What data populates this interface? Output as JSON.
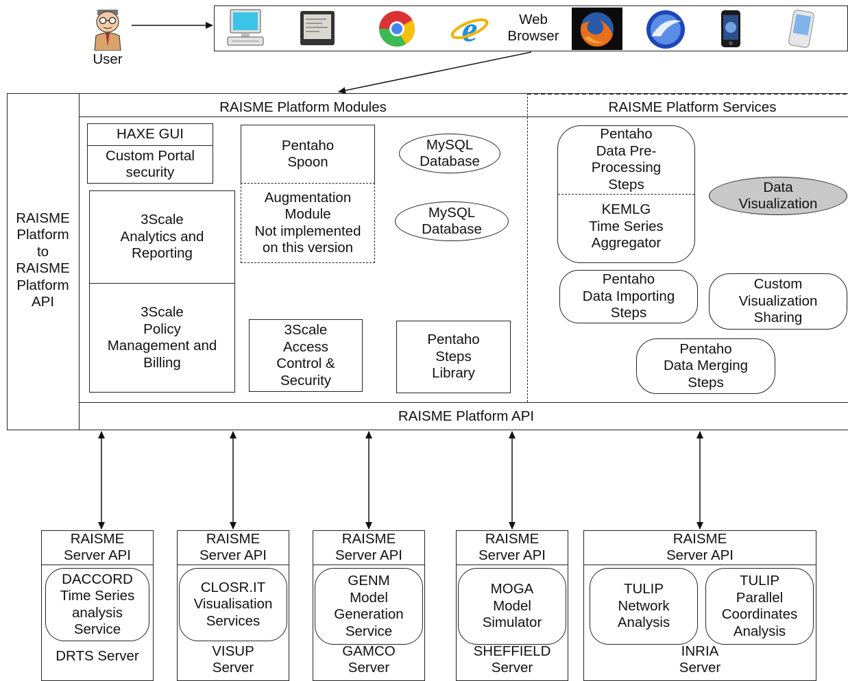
{
  "user": {
    "label": "User"
  },
  "browser": {
    "label": "Web\nBrowser"
  },
  "modules": {
    "title": "RAISME Platform Modules",
    "haxe_gui": "HAXE GUI",
    "custom_portal": "Custom Portal\nsecurity",
    "analytics": "3Scale\nAnalytics and\nReporting",
    "policy": "3Scale\nPolicy\nManagement and\nBilling",
    "pentaho_spoon": "Pentaho\nSpoon",
    "augmentation": "Augmentation\nModule\nNot implemented\non this version",
    "mysql_1": "MySQL\nDatabase",
    "mysql_2": "MySQL\nDatabase",
    "access_control": "3Scale\nAccess\nControl &\nSecurity",
    "steps_library": "Pentaho\nSteps\nLibrary"
  },
  "services": {
    "title": "RAISME Platform Services",
    "preprocessing": "Pentaho\nData Pre-\nProcessing\nSteps",
    "kemlg": "KEMLG\nTime Series\nAggregator",
    "data_viz": "Data\nVisualization",
    "importing": "Pentaho\nData Importing\nSteps",
    "custom_viz": "Custom\nVisualization\nSharing",
    "merging": "Pentaho\nData Merging\nSteps"
  },
  "left_label": "RAISME\nPlatform\nto\nRAISME\nPlatform\nAPI",
  "platform_api": "RAISME Platform API",
  "servers": [
    {
      "api": "RAISME\nServer API",
      "service": "DACCORD\nTime Series\nanalysis\nService",
      "name": "DRTS Server"
    },
    {
      "api": "RAISME\nServer API",
      "service": "CLOSR.IT\nVisualisation\nServices",
      "name": "VISUP\nServer"
    },
    {
      "api": "RAISME\nServer API",
      "service": "GENM\nModel\nGeneration\nService",
      "name": "GAMCO\nServer"
    },
    {
      "api": "RAISME\nServer API",
      "service": "MOGA\nModel\nSimulator",
      "name": "SHEFFIELD\nServer"
    },
    {
      "api": "RAISME\nServer API",
      "service": "TULIP\nNetwork\nAnalysis",
      "service_2": "TULIP\nParallel\nCoordinates\nAnalysis",
      "name": "INRIA\nServer"
    }
  ],
  "icons": [
    "user-avatar-icon",
    "desktop-computer-icon",
    "terminal-icon",
    "chrome-icon",
    "internet-explorer-icon",
    "firefox-icon",
    "safari-icon",
    "mobile-phone-icon",
    "pda-icon"
  ],
  "colors": {
    "data_viz_fill": "#c8c8c8"
  }
}
